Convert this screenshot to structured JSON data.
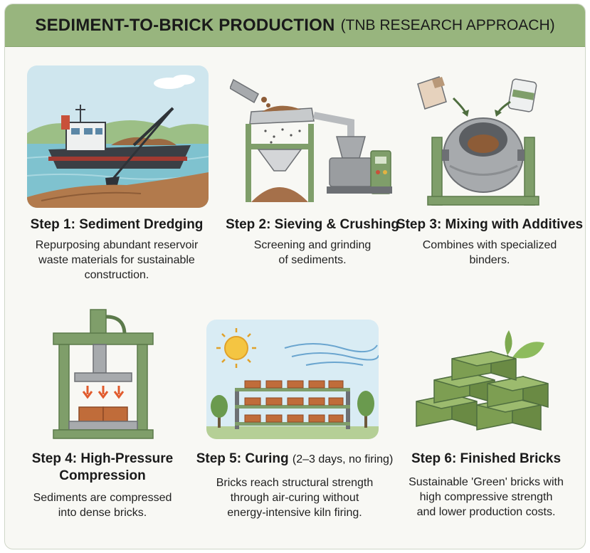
{
  "title": {
    "main": "SEDIMENT-TO-BRICK PRODUCTION",
    "sub": "(TNB RESEARCH APPROACH)"
  },
  "steps": [
    {
      "title": "Step 1: Sediment Dredging",
      "extra": "",
      "desc": [
        "Repurposing abundant reservoir",
        "waste materials for sustainable",
        "construction."
      ]
    },
    {
      "title": "Step 2: Sieving & Crushing",
      "extra": "",
      "desc": [
        "Screening and grinding",
        "of sediments."
      ]
    },
    {
      "title": "Step 3: Mixing with Additives",
      "extra": "",
      "desc": [
        "Combines with specialized",
        "binders."
      ]
    },
    {
      "title": "Step 4: High-Pressure",
      "title2": "Compression",
      "extra": "",
      "desc": [
        "Sediments are compressed",
        "into dense bricks."
      ]
    },
    {
      "title": "Step 5: Curing",
      "extra": "(2–3 days, no firing)",
      "desc": [
        "Bricks reach structural strength",
        "through air-curing without",
        "energy-intensive kiln firing."
      ]
    },
    {
      "title": "Step 6: Finished Bricks",
      "extra": "",
      "desc": [
        "Sustainable 'Green' bricks with",
        "high compressive strength",
        "and lower production costs."
      ]
    }
  ],
  "colors": {
    "header": "#98b57e",
    "machine_green": "#7f9e6a",
    "brick_orange": "#c06c3a",
    "water": "#7fc2cf",
    "sediment": "#b27a4c",
    "green_brick": "#7d9e52"
  }
}
